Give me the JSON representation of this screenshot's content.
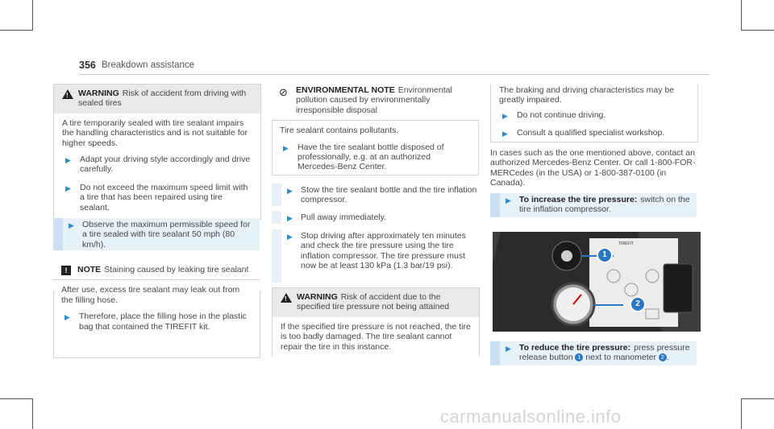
{
  "header": {
    "page_number": "356",
    "title": "Breakdown assistance"
  },
  "col1": {
    "warning1": {
      "signal": "WARNING",
      "head": "Risk of accident from driving with sealed tires",
      "body": "A tire temporarily sealed with tire sealant impairs the handling characteristics and is not suitable for higher speeds.",
      "steps": [
        "Adapt your driving style accordingly and drive carefully.",
        "Do not exceed the maximum speed limit with a tire that has been repaired using tire sealant."
      ]
    },
    "step_observe": "Observe the maximum permissible speed for a tire sealed with tire sealant 50 mph (80 km/h).",
    "note": {
      "signal": "NOTE",
      "head": "Staining caused by leaking tire sealant",
      "body": "After use, excess tire sealant may leak out from the filling hose.",
      "steps": [
        "Therefore, place the filling hose in the plastic bag that contained the TIREFIT kit."
      ]
    }
  },
  "col2": {
    "env": {
      "signal": "ENVIRONMENTAL NOTE",
      "head": "Environmental pollution caused by environmentally irresponsible disposal",
      "body": "Tire sealant contains pollutants.",
      "steps": [
        "Have the tire sealant bottle disposed of professionally, e.g. at an authorized Mercedes-Benz Center."
      ]
    },
    "steps": [
      "Stow the tire sealant bottle and the tire inflation compressor.",
      "Pull away immediately.",
      "Stop driving after approximately ten minutes and check the tire pressure using the tire inflation compressor. The tire pressure must now be at least 130 kPa (1.3 bar/19 psi)."
    ],
    "warning2": {
      "signal": "WARNING",
      "head": "Risk of accident due to the specified tire pressure not being attained",
      "body": "If the specified tire pressure is not reached, the tire is too badly damaged. The tire sealant cannot repair the tire in this instance."
    }
  },
  "col3": {
    "cont_body": "The braking and driving characteristics may be greatly impaired.",
    "cont_steps": [
      "Do not continue driving.",
      "Consult a qualified specialist workshop."
    ],
    "para": "In cases such as the one mentioned above, contact an authorized Mercedes-Benz Center. Or call 1-800-FOR-MERCedes (in the USA) or 1-800-387-0100 (in Canada).",
    "increase": {
      "label": "To increase the tire pressure:",
      "text": "switch on the tire inflation compressor."
    },
    "reduce": {
      "label": "To reduce the tire pressure:",
      "text_a": "press pressure release button",
      "callout1": "1",
      "text_b": "next to manometer",
      "callout2": "2",
      "text_c": "."
    },
    "photo": {
      "callout1": "1",
      "callout2": "2",
      "sticker_text": "TIREFIT"
    }
  },
  "watermark": "carmanualsonline.info",
  "colors": {
    "accent": "#2a8fc6",
    "callout": "#2a78c4",
    "step_bar": "#ccdff0",
    "box_head": "#e9e9e9"
  }
}
